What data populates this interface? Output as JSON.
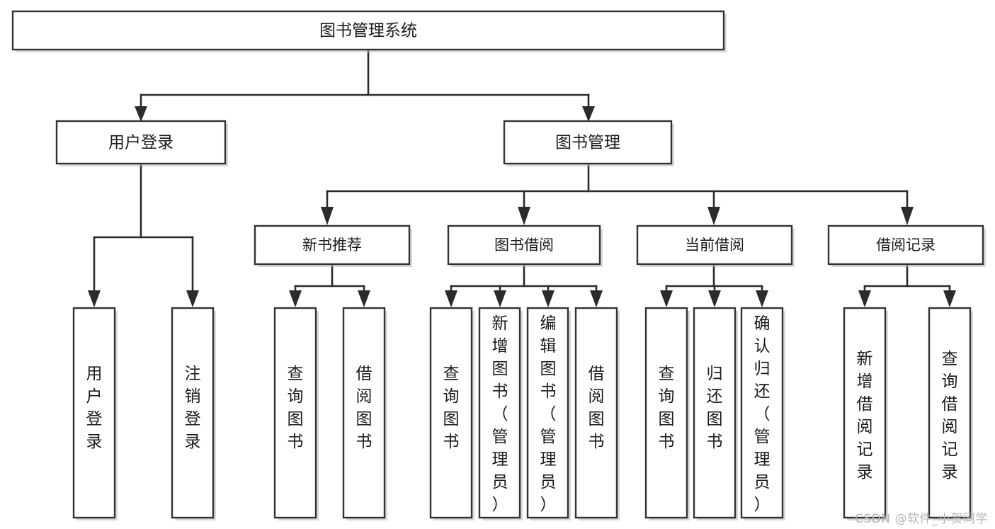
{
  "diagram": {
    "type": "tree",
    "title": "图书管理系统",
    "watermark": "CSDN @软件_小贺同学",
    "colors": {
      "background": "#ffffff",
      "box_border": "#333333",
      "connector": "#2b2b2b",
      "text": "#1b1b1b",
      "watermark": "#b6b6b6"
    },
    "root": {
      "label": "图书管理系统"
    },
    "level1": [
      {
        "label": "用户登录"
      },
      {
        "label": "图书管理"
      }
    ],
    "level2": [
      {
        "label": "新书推荐"
      },
      {
        "label": "图书借阅"
      },
      {
        "label": "当前借阅"
      },
      {
        "label": "借阅记录"
      }
    ],
    "leaves": {
      "user_login": [
        {
          "label": "用户登录"
        },
        {
          "label": "注销登录"
        }
      ],
      "new_book_recommend": [
        {
          "label": "查询图书"
        },
        {
          "label": "借阅图书"
        }
      ],
      "book_borrow": [
        {
          "label": "查询图书"
        },
        {
          "label": "新增图书（管理员）"
        },
        {
          "label": "编辑图书（管理员）"
        },
        {
          "label": "借阅图书"
        }
      ],
      "current_borrow": [
        {
          "label": "查询图书"
        },
        {
          "label": "归还图书"
        },
        {
          "label": "确认归还（管理员）"
        }
      ],
      "borrow_record": [
        {
          "label": "新增借阅记录"
        },
        {
          "label": "查询借阅记录"
        }
      ]
    }
  }
}
